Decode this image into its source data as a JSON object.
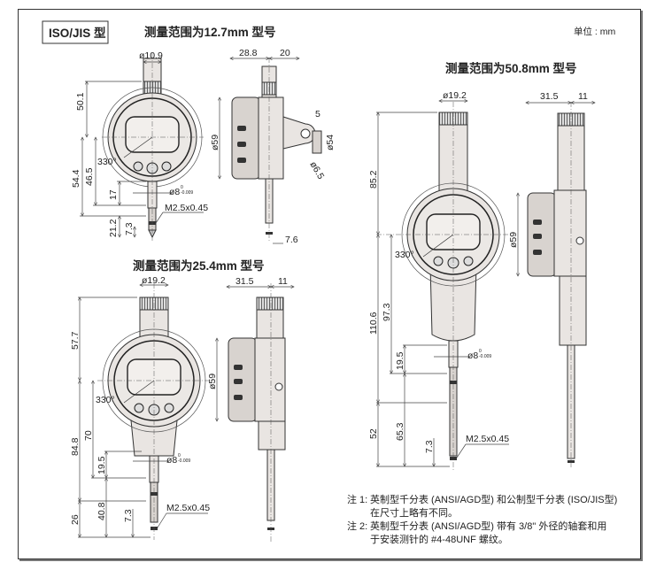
{
  "header": {
    "standard_badge": "ISO/JIS 型",
    "unit_label": "单位 : mm"
  },
  "views": {
    "range_12_7": {
      "title": "测量范围为12.7mm 型号",
      "front": {
        "stem_dia": "ø10.9",
        "height_top": "50.1",
        "height_bottom_total": "54.4",
        "height_to_stem": "46.5",
        "stem_length": "17",
        "spindle_dia": "ø8",
        "spindle_tol_upper": "0",
        "spindle_tol_lower": "-0.009",
        "thread": "M2.5x0.45",
        "probe_length": "21.2",
        "contact_length": "7.3",
        "rotation": "330°"
      },
      "side": {
        "depth_back": "28.8",
        "depth_front": "20",
        "dial_dia": "ø59",
        "lug_width": "5",
        "lug_hole_dia": "ø6.5",
        "lug_outer_dia": "ø54",
        "spindle_offset": "7.6"
      }
    },
    "range_25_4": {
      "title": "测量范围为25.4mm 型号",
      "front": {
        "stem_dia": "ø19.2",
        "height_top": "57.7",
        "height_bottom_total": "84.8",
        "height_to_stem": "70",
        "stem_length": "19.5",
        "spindle_dia": "ø8",
        "spindle_tol_upper": "0",
        "spindle_tol_lower": "-0.009",
        "thread": "M2.5x0.45",
        "probe_total": "40.8",
        "probe_length": "26",
        "contact_length": "7.3",
        "rotation": "330°"
      },
      "side": {
        "depth_back": "31.5",
        "depth_front": "11",
        "dial_dia": "ø59"
      }
    },
    "range_50_8": {
      "title": "测量范围为50.8mm 型号",
      "front": {
        "stem_dia": "ø19.2",
        "height_top": "85.2",
        "height_bottom_total": "110.6",
        "height_to_stem": "97.3",
        "stem_length": "19.5",
        "spindle_dia": "ø8",
        "spindle_tol_upper": "0",
        "spindle_tol_lower": "-0.009",
        "thread": "M2.5x0.45",
        "probe_total": "65.3",
        "probe_length": "52",
        "contact_length": "7.3",
        "rotation": "330°"
      },
      "side": {
        "depth_back": "31.5",
        "depth_front": "11",
        "dial_dia": "ø59"
      }
    }
  },
  "notes": [
    {
      "label": "注 1:",
      "line1": "英制型千分表 (ANSI/AGD型) 和公制型千分表 (ISO/JIS型)",
      "line2": "在尺寸上略有不同。"
    },
    {
      "label": "注 2:",
      "line1": "英制型千分表 (ANSI/AGD型) 带有 3/8\" 外径的轴套和用",
      "line2": "于安装测针的 #4-48UNF 螺纹。"
    }
  ]
}
